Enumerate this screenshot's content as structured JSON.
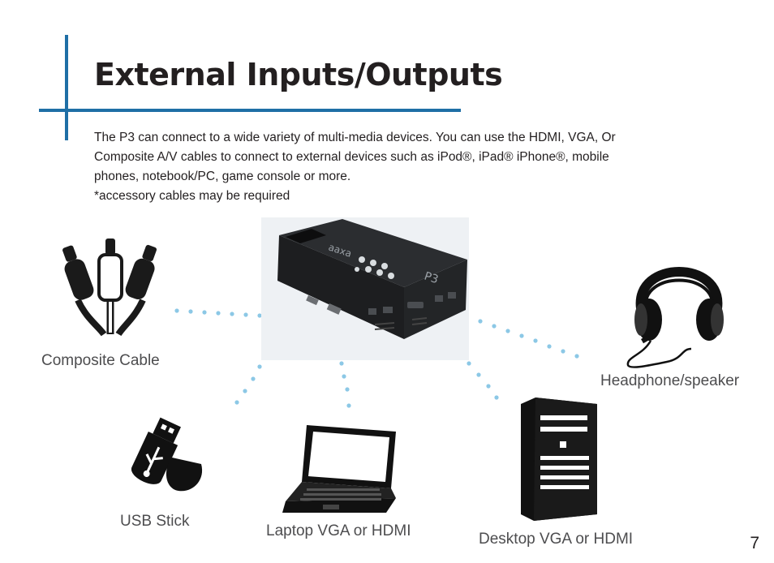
{
  "heading": {
    "title": "External Inputs/Outputs"
  },
  "intro": {
    "line1": "The P3 can connect to a wide variety of multi-media devices.  You can use the HDMI, VGA, Or",
    "line2": "Composite A/V cables to connect to external devices such as iPod®, iPad® iPhone®, mobile",
    "line3": "phones, notebook/PC, game console or more.",
    "note": "*accessory cables may be required"
  },
  "projector": {
    "brand": "aaxa",
    "model": "P3"
  },
  "devices": {
    "composite": "Composite Cable",
    "headphone": "Headphone/speaker",
    "usb": "USB Stick",
    "laptop": "Laptop VGA or HDMI",
    "desktop": "Desktop VGA or HDMI"
  },
  "colors": {
    "accent": "#1f6fa6",
    "dots": "#8cc8e6"
  },
  "footer": {
    "page_number": "7"
  }
}
